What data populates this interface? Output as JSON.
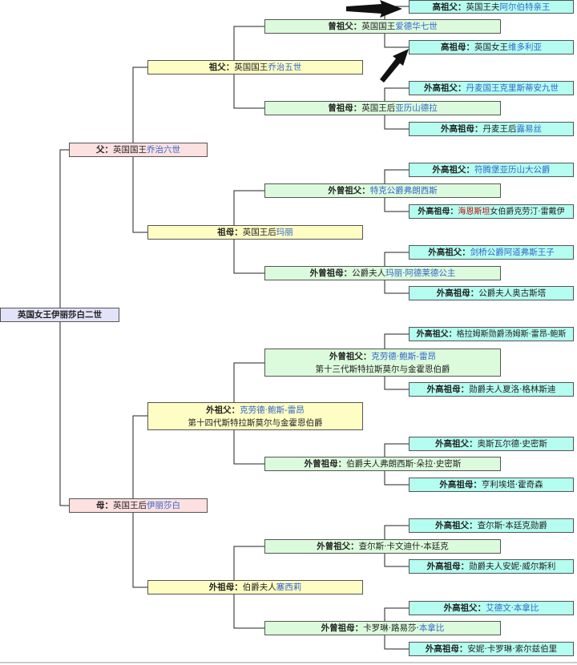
{
  "root": {
    "name": "英国女王伊丽莎白二世"
  },
  "father": {
    "label": "父：",
    "pre": "英国国王",
    "link": "乔治六世"
  },
  "mother": {
    "label": "母：",
    "pre": "英国王后",
    "link": "伊丽莎白"
  },
  "pgf": {
    "label": "祖父：",
    "pre": "英国国王",
    "link": "乔治五世"
  },
  "pgm": {
    "label": "祖母：",
    "pre": "英国王后",
    "link": "玛丽"
  },
  "mgf": {
    "label": "外祖父：",
    "link": "克劳德·鲍斯-雷昂",
    "line2": "第十四代斯特拉斯莫尔与金霍恩伯爵"
  },
  "mgm": {
    "label": "外祖母：",
    "pre": "伯爵夫人",
    "link": "塞西莉"
  },
  "g3_1": {
    "label": "曾祖父：",
    "pre": "英国国王",
    "link": "爱德华七世"
  },
  "g3_2": {
    "label": "曾祖母：",
    "pre": "英国王后",
    "link": "亚历山德拉"
  },
  "g3_3": {
    "label": "外曾祖父：",
    "link": "特克公爵弗朗西斯"
  },
  "g3_4": {
    "label": "外曾祖母：",
    "pre": "公爵夫人",
    "link": "玛丽·阿德莱德公主"
  },
  "g3_5": {
    "label": "外曾祖父：",
    "link": "克劳德·鲍斯-雷昂",
    "line2": "第十三代斯特拉斯莫尔与金霍恩伯爵"
  },
  "g3_6": {
    "label": "外曾祖母：",
    "text": "伯爵夫人弗朗西斯·朵拉·史密斯"
  },
  "g3_7": {
    "label": "外曾祖父：",
    "text": "查尔斯·卡文迪什-本廷克"
  },
  "g3_8": {
    "label": "外曾祖母：",
    "pre": "卡罗琳·路易莎·",
    "link": "本拿比"
  },
  "g4_1": {
    "label": "高祖父：",
    "pre": "英国王夫",
    "link": "阿尔伯特亲王"
  },
  "g4_2": {
    "label": "高祖母：",
    "pre": "英国女王",
    "link": "维多利亚"
  },
  "g4_3": {
    "label": "外高祖父：",
    "link": "丹麦国王克里斯蒂安九世"
  },
  "g4_4": {
    "label": "外高祖母：",
    "pre": "丹麦王后",
    "link": "露易丝"
  },
  "g4_5": {
    "label": "外高祖父：",
    "link": "符腾堡亚历山大公爵"
  },
  "g4_6": {
    "label": "外高祖母：",
    "red": "海恩斯坦",
    "post": "女伯爵克劳汀·雷戴伊"
  },
  "g4_7": {
    "label": "外高祖父：",
    "link": "剑桥公爵阿道弗斯王子"
  },
  "g4_8": {
    "label": "外高祖母：",
    "text": "公爵夫人奥古斯塔"
  },
  "g4_9": {
    "label": "外高祖父：",
    "text": "格拉姆斯勋爵汤姆斯·雷昂-鲍斯"
  },
  "g4_10": {
    "label": "外高祖母：",
    "text": "勋爵夫人夏洛·格林斯迪"
  },
  "g4_11": {
    "label": "外高祖父：",
    "text": "奥斯瓦尔德·史密斯"
  },
  "g4_12": {
    "label": "外高祖母：",
    "text": "亨利埃塔·霍奇森"
  },
  "g4_13": {
    "label": "外高祖父：",
    "text": "查尔斯·本廷克勋爵"
  },
  "g4_14": {
    "label": "外高祖母：",
    "text": "勋爵夫人安妮·威尔斯利"
  },
  "g4_15": {
    "label": "外高祖父：",
    "link": "艾德文·本拿比"
  },
  "g4_16": {
    "label": "外高祖母：",
    "text": "安妮·卡罗琳·索尔兹伯里"
  }
}
